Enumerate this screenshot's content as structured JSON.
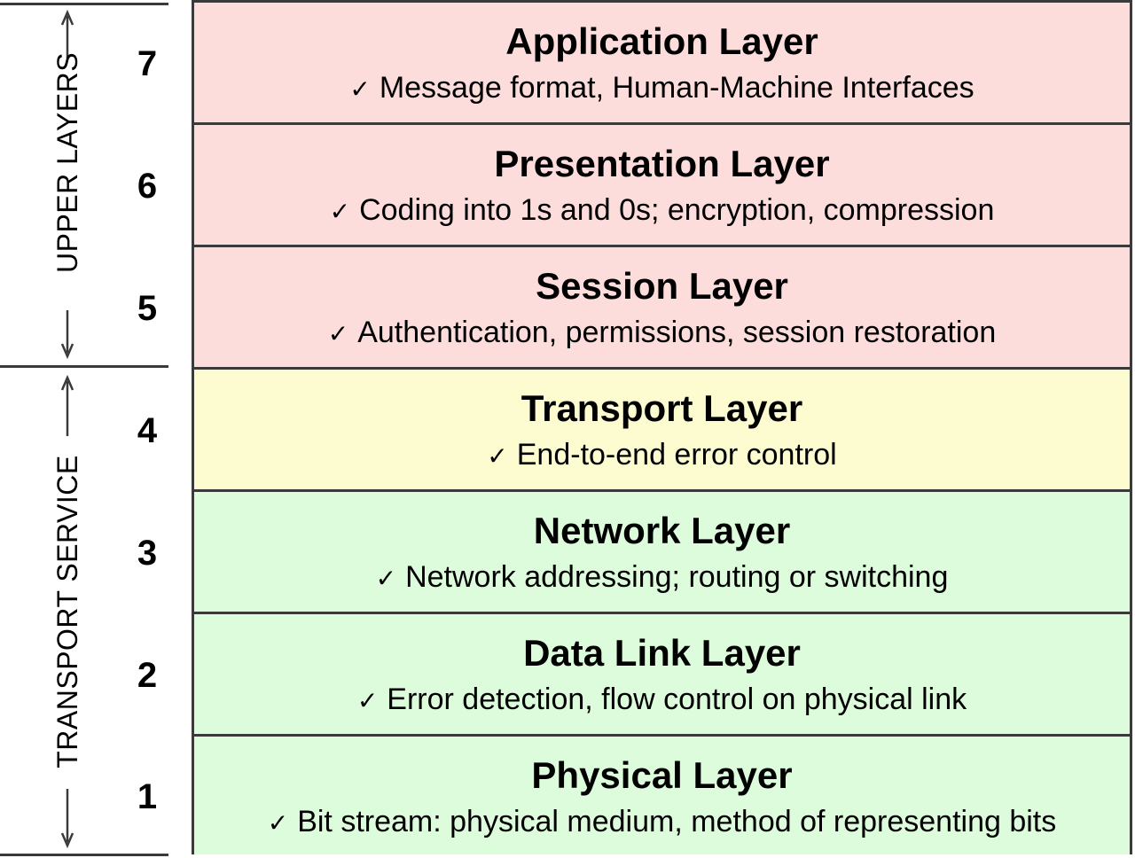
{
  "side_groups": {
    "upper": "UPPER LAYERS",
    "transport": "TRANSPORT SERVICE"
  },
  "check_mark": "✓",
  "layers": [
    {
      "number": "7",
      "title": "Application Layer",
      "desc": "Message format, Human-Machine Interfaces",
      "color": "#fddcdc"
    },
    {
      "number": "6",
      "title": "Presentation Layer",
      "desc": "Coding into 1s and 0s; encryption, compression",
      "color": "#fddcdc"
    },
    {
      "number": "5",
      "title": "Session Layer",
      "desc": "Authentication, permissions, session restoration",
      "color": "#fddcdc"
    },
    {
      "number": "4",
      "title": "Transport Layer",
      "desc": "End-to-end error control",
      "color": "#fdfbd0"
    },
    {
      "number": "3",
      "title": "Network Layer",
      "desc": "Network addressing; routing or switching",
      "color": "#dcfcdc"
    },
    {
      "number": "2",
      "title": "Data Link Layer",
      "desc": "Error detection, flow control on physical link",
      "color": "#dcfcdc"
    },
    {
      "number": "1",
      "title": "Physical Layer",
      "desc": "Bit stream: physical medium, method of representing bits",
      "color": "#dcfcdc"
    }
  ]
}
